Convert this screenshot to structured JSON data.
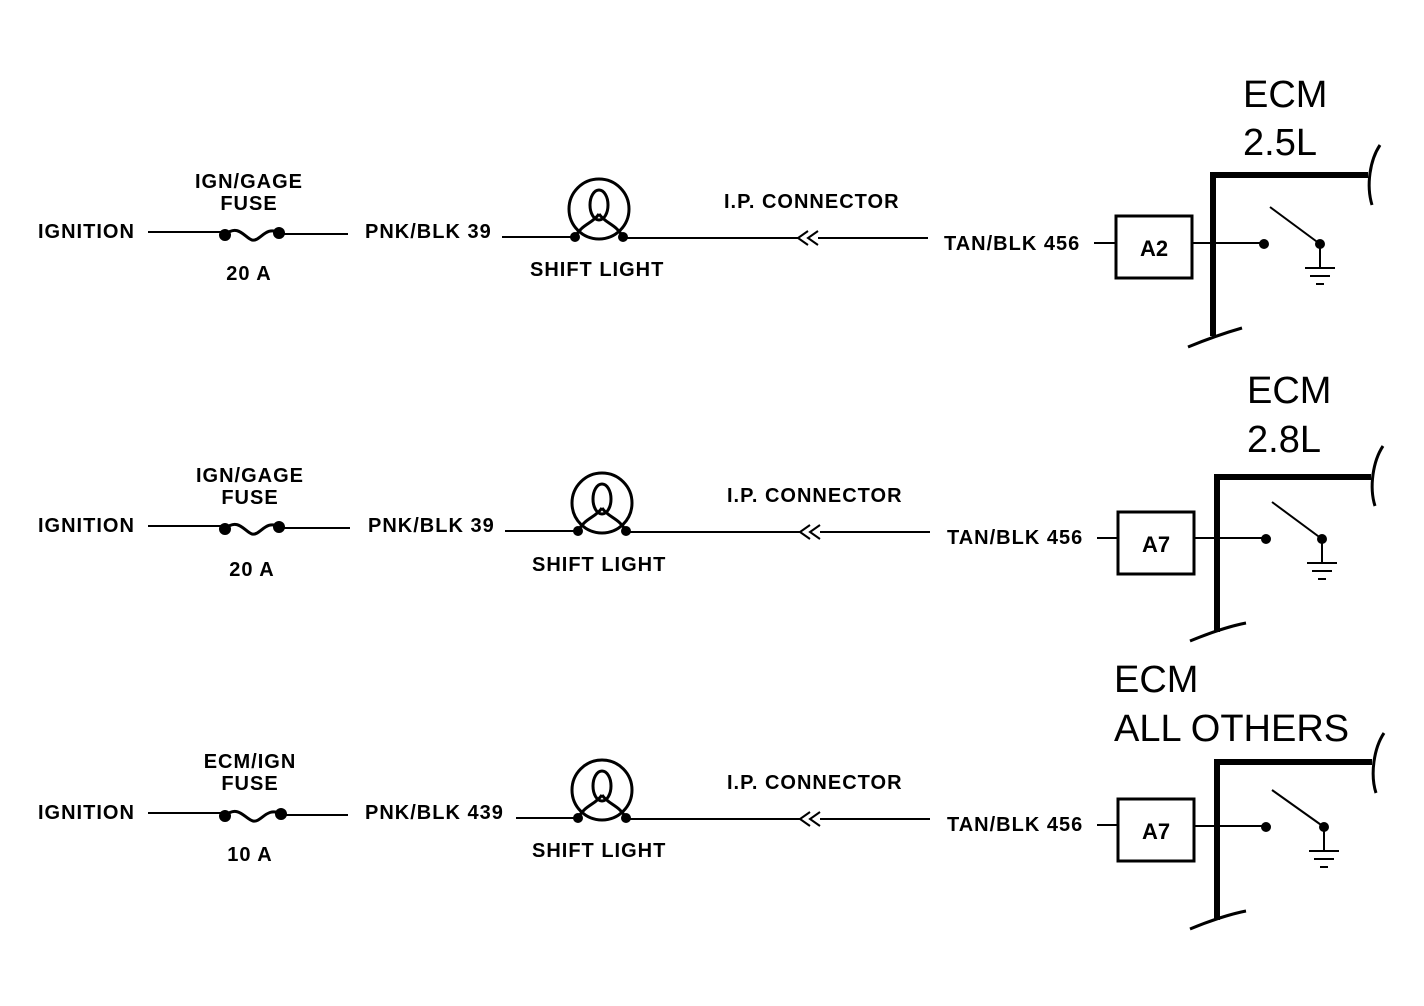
{
  "colors": {
    "ink": "#000000",
    "background": "#ffffff"
  },
  "circuits": [
    {
      "source": "IGNITION",
      "fuse_name_line1": "IGN/GAGE",
      "fuse_name_line2": "FUSE",
      "fuse_rating": "20 A",
      "wire_in": "PNK/BLK 39",
      "lamp": "SHIFT LIGHT",
      "connector": "I.P. CONNECTOR",
      "wire_out": "TAN/BLK 456",
      "pin": "A2",
      "ecm_line1": "ECM",
      "ecm_line2": "2.5L"
    },
    {
      "source": "IGNITION",
      "fuse_name_line1": "IGN/GAGE",
      "fuse_name_line2": "FUSE",
      "fuse_rating": "20 A",
      "wire_in": "PNK/BLK 39",
      "lamp": "SHIFT LIGHT",
      "connector": "I.P. CONNECTOR",
      "wire_out": "TAN/BLK 456",
      "pin": "A7",
      "ecm_line1": "ECM",
      "ecm_line2": "2.8L"
    },
    {
      "source": "IGNITION",
      "fuse_name_line1": "ECM/IGN",
      "fuse_name_line2": "FUSE",
      "fuse_rating": "10 A",
      "wire_in": "PNK/BLK 439",
      "lamp": "SHIFT LIGHT",
      "connector": "I.P. CONNECTOR",
      "wire_out": "TAN/BLK 456",
      "pin": "A7",
      "ecm_line1": "ECM",
      "ecm_line2": "ALL OTHERS"
    }
  ]
}
